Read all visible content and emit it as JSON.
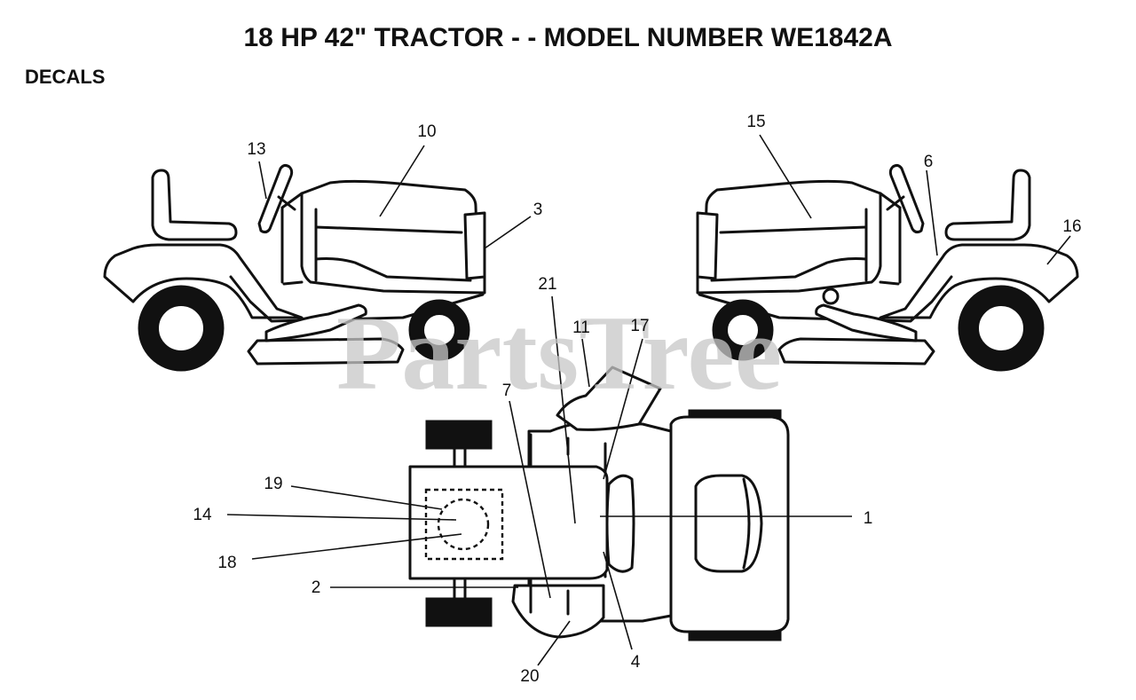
{
  "title": "18 HP 42\" TRACTOR - - MODEL NUMBER WE1842A",
  "section": "DECALS",
  "watermark": {
    "text": "PartsTree",
    "color": "#c8c8c8"
  },
  "callouts": {
    "c1": "1",
    "c2": "2",
    "c3": "3",
    "c4": "4",
    "c6": "6",
    "c7": "7",
    "c10": "10",
    "c11": "11",
    "c13": "13",
    "c14": "14",
    "c15": "15",
    "c16": "16",
    "c17": "17",
    "c18": "18",
    "c19": "19",
    "c20": "20",
    "c21": "21"
  }
}
